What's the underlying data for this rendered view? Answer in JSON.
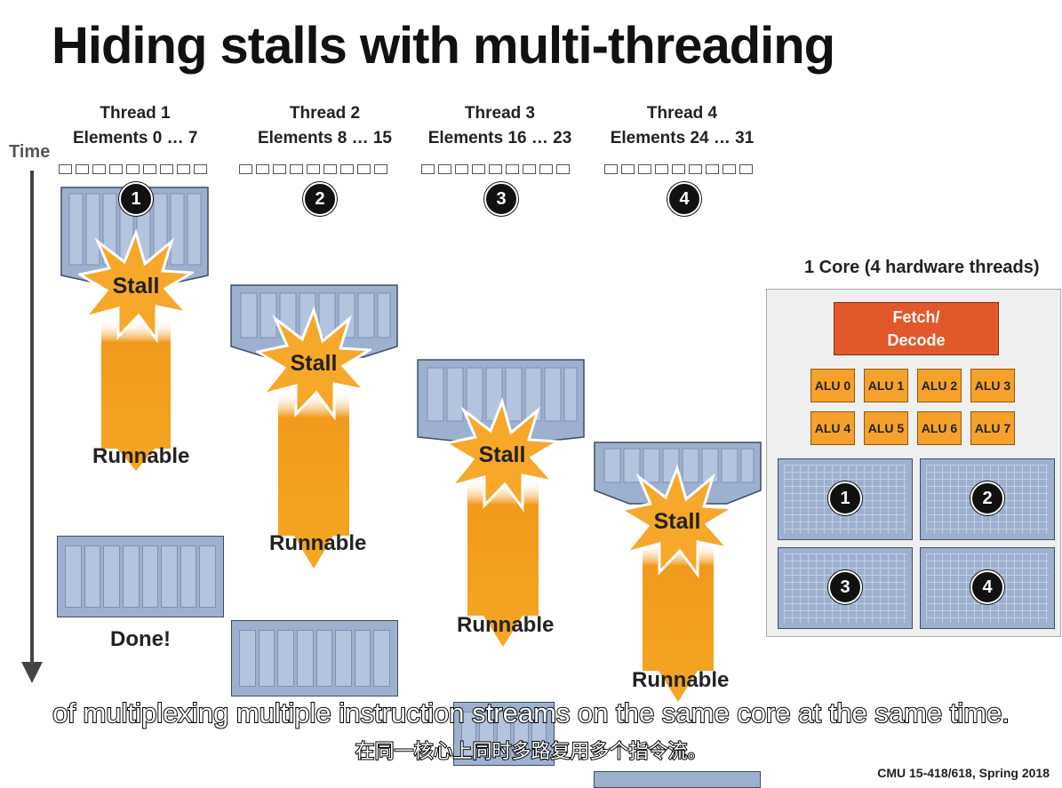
{
  "slide": {
    "title": "Hiding stalls with multi-threading",
    "time_label": "Time",
    "footer": "CMU 15-418/618, Spring 2018"
  },
  "threads": [
    {
      "name": "Thread 1",
      "elements": "Elements 0 … 7",
      "badge": "1"
    },
    {
      "name": "Thread 2",
      "elements": "Elements 8 … 15",
      "badge": "2"
    },
    {
      "name": "Thread 3",
      "elements": "Elements 16 … 23",
      "badge": "3"
    },
    {
      "name": "Thread 4",
      "elements": "Elements 24 … 31",
      "badge": "4"
    }
  ],
  "labels": {
    "stall": "Stall",
    "runnable": "Runnable",
    "done": "Done!"
  },
  "core": {
    "title": "1 Core (4 hardware threads)",
    "fetch_line1": "Fetch/",
    "fetch_line2": "Decode",
    "alus": [
      "ALU 0",
      "ALU 1",
      "ALU 2",
      "ALU 3",
      "ALU 4",
      "ALU 5",
      "ALU 6",
      "ALU 7"
    ],
    "contexts": [
      "1",
      "2",
      "3",
      "4"
    ]
  },
  "subtitles": {
    "english": "of multiplexing multiple instruction streams on the same core at the same time.",
    "chinese": "在同一核心上同时多路复用多个指令流。"
  },
  "colors": {
    "block_fill": "#9db0cf",
    "stall_burst": "#f7a72a",
    "runnable_arrow": "#f29a1c",
    "fetch_decode": "#e2582a",
    "alu": "#f5a12a"
  }
}
